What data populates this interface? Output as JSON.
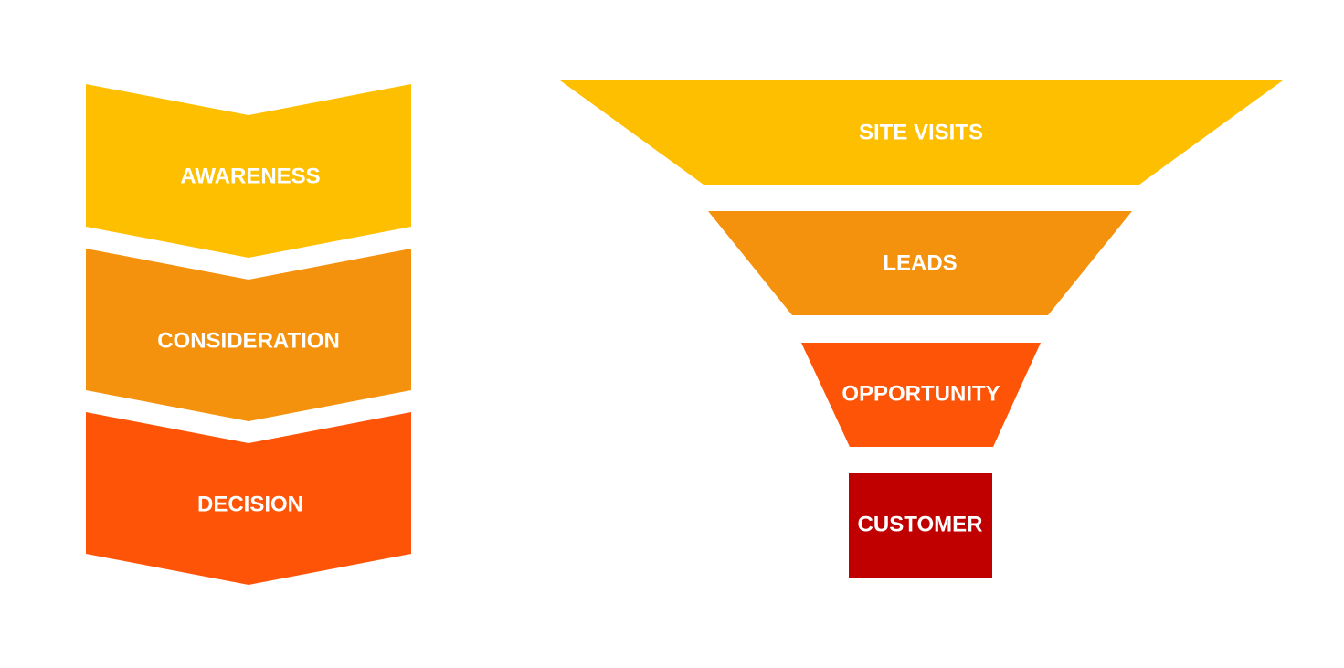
{
  "colors": {
    "yellow": "#FDBF00",
    "orange": "#F4920E",
    "orange_red": "#FE5407",
    "dark_red": "#C00000",
    "text": "#FFFFFF",
    "background": "#FFFFFF"
  },
  "buyer_journey": {
    "stages": [
      {
        "label": "AWARENESS",
        "color": "#FDBF00"
      },
      {
        "label": "CONSIDERATION",
        "color": "#F4920E"
      },
      {
        "label": "DECISION",
        "color": "#FE5407"
      }
    ]
  },
  "sales_funnel": {
    "stages": [
      {
        "label": "SITE VISITS",
        "color": "#FDBF00"
      },
      {
        "label": "LEADS",
        "color": "#F4920E"
      },
      {
        "label": "OPPORTUNITY",
        "color": "#FE5407"
      },
      {
        "label": "CUSTOMER",
        "color": "#C00000"
      }
    ]
  }
}
